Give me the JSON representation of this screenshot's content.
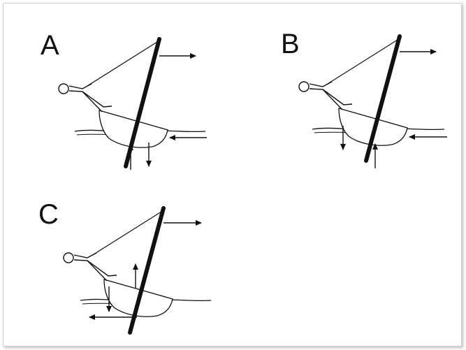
{
  "panels": [
    {
      "label": "A"
    },
    {
      "label": "B"
    },
    {
      "label": "C"
    }
  ],
  "colors": {
    "ink": "#111111",
    "frame_border": "#cfcfcf",
    "background": "#ffffff"
  }
}
